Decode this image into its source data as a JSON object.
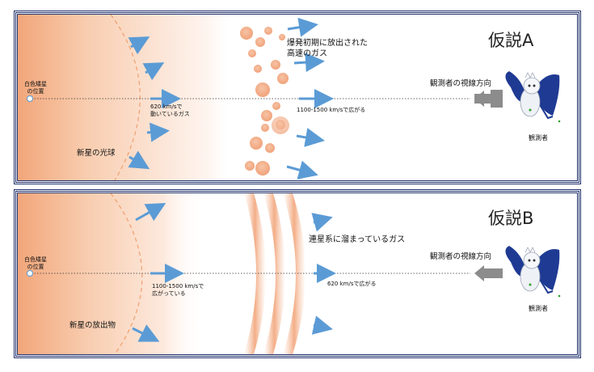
{
  "panel_a": {
    "title": "仮説A",
    "white_dwarf_label": "白色矮星\nの位置",
    "inner_gas_label": "620 km/sで\n動いているガス",
    "photosphere_label": "新星の光球",
    "outer_gas_label": "爆発初期に放出された\n高速のガス",
    "outer_speed_label": "1100-1500 km/sで広がる",
    "line_of_sight_label": "観測者の視線方向",
    "observer_label": "観測者"
  },
  "panel_b": {
    "title": "仮説B",
    "white_dwarf_label": "白色矮星\nの位置",
    "inner_gas_label": "1100-1500 km/sで\n広がっている",
    "ejecta_label": "新星の放出物",
    "binary_gas_label": "連星系に溜まっているガス",
    "outer_speed_label": "620 km/sで広がる",
    "line_of_sight_label": "観測者の視線方向",
    "observer_label": "観測者"
  },
  "colors": {
    "frame": "#1f2f6b",
    "glow": "#f2a67a",
    "arrow": "#5b9bd5",
    "gray_arrow": "#8c8c8c",
    "mascot_blue": "#1f3a93"
  }
}
